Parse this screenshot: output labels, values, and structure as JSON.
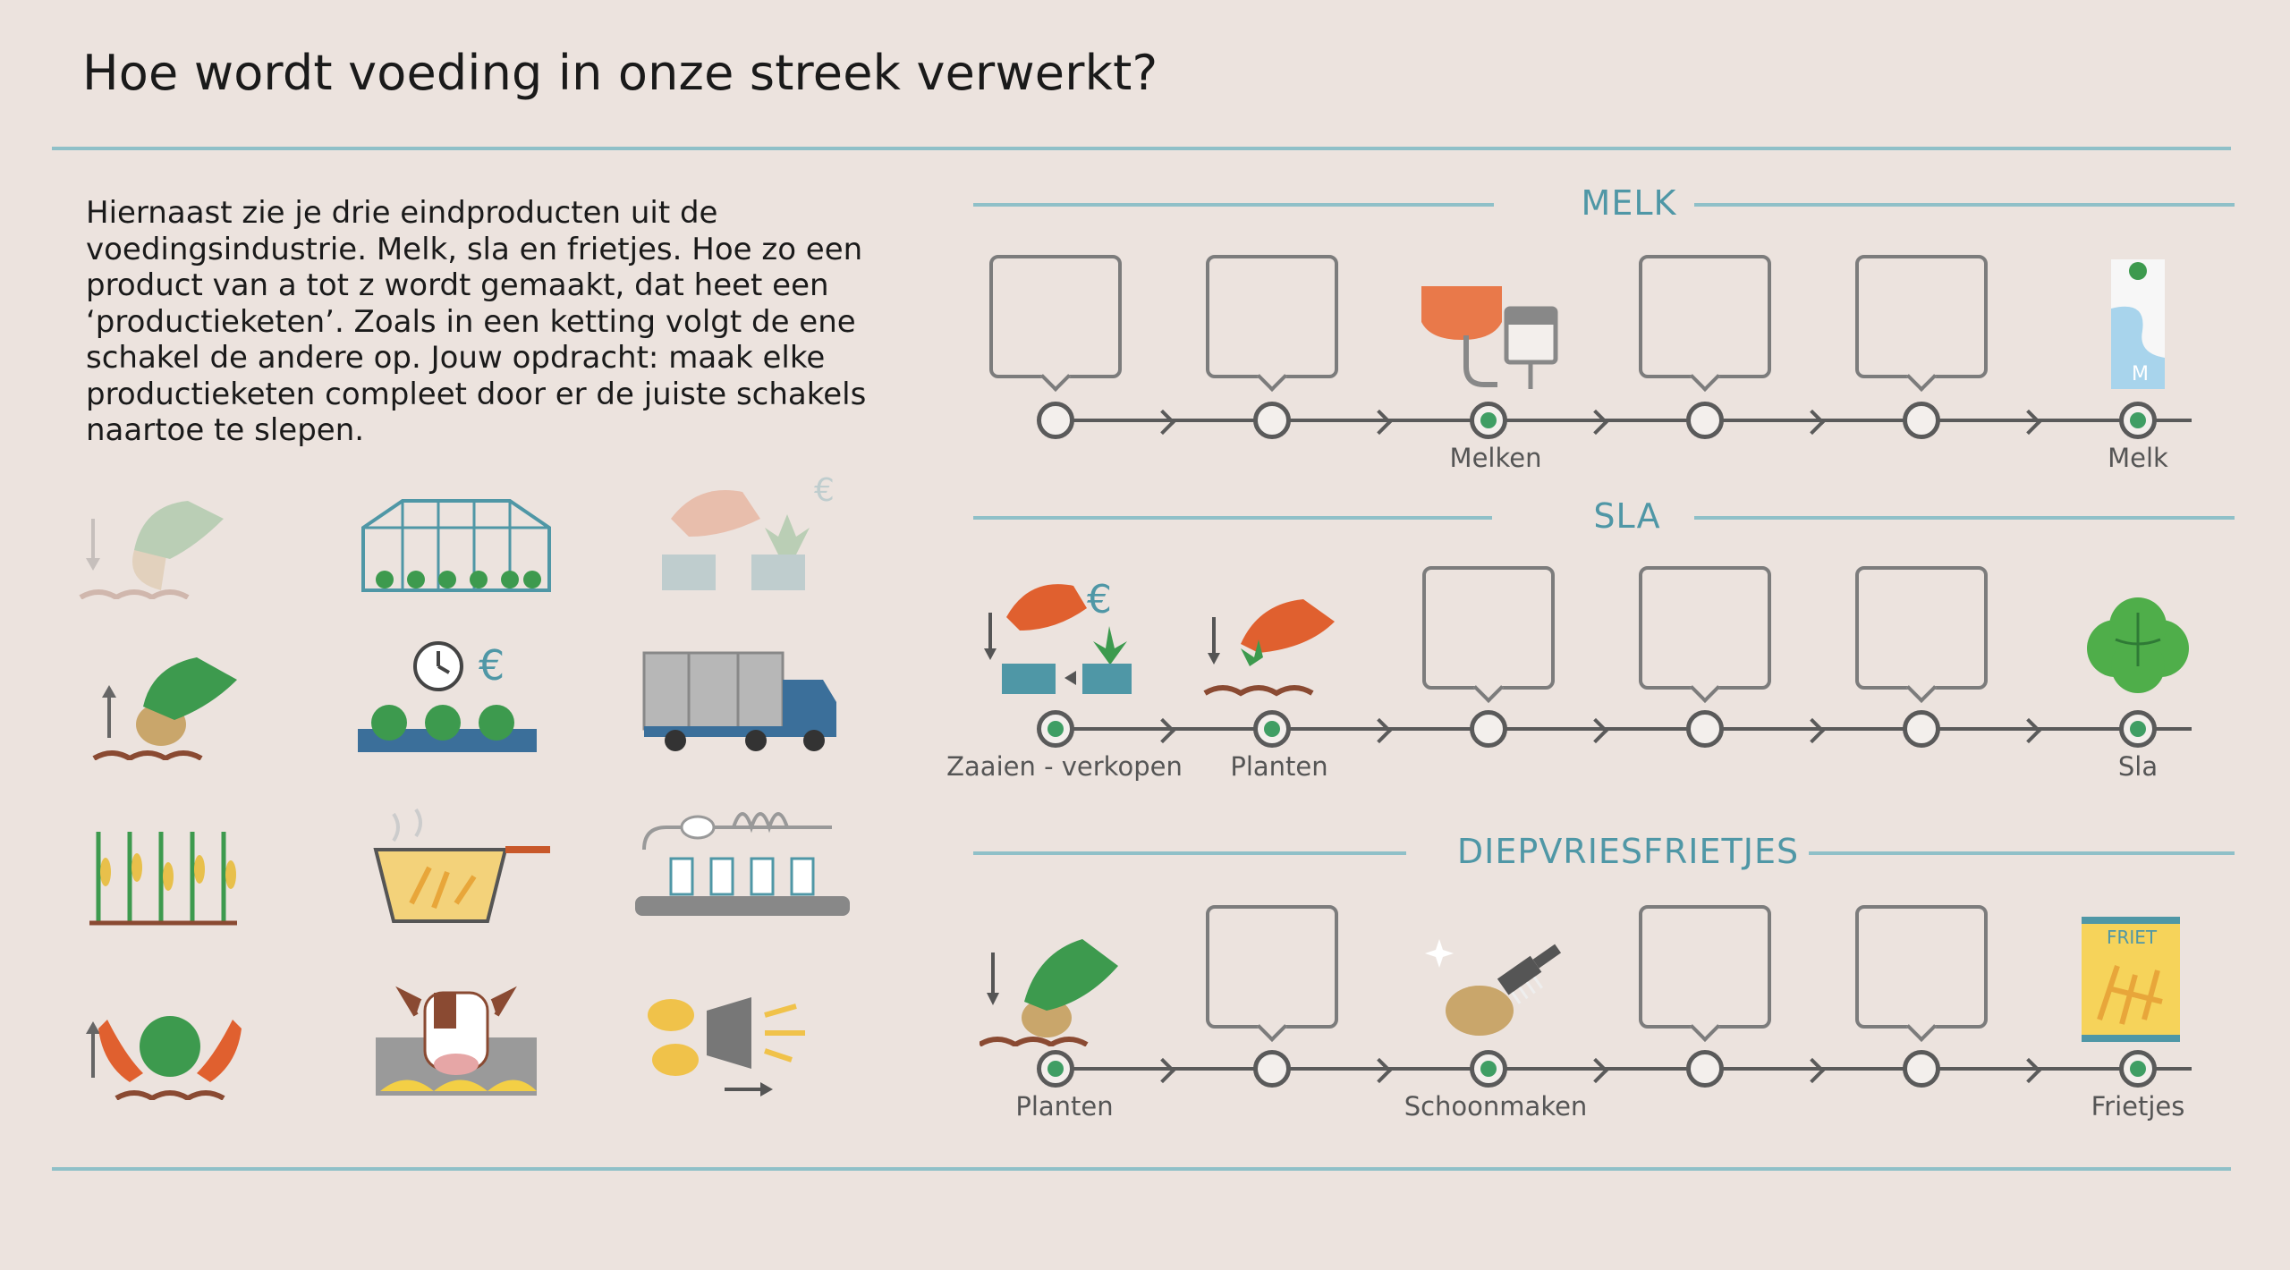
{
  "title": "Hoe wordt voeding in onze streek verwerkt?",
  "intro": "Hiernaast zie je drie eindproducten uit de voedingsindustrie. Melk, sla en frietjes. Hoe zo een product van a tot z wordt gemaakt, dat heet een ‘productieketen’. Zoals in een ketting volgt de ene schakel de andere op. Jouw opdracht: maak elke productieketen compleet door er de juiste schakels naartoe te slepen.",
  "palette": [
    {
      "icon": "planting-hand-icon",
      "state": "used"
    },
    {
      "icon": "greenhouse-icon",
      "state": "available"
    },
    {
      "icon": "sow-sell-icon",
      "state": "used"
    },
    {
      "icon": "harvest-potato-icon",
      "state": "available"
    },
    {
      "icon": "timed-sale-lettuce-icon",
      "state": "available",
      "text": "€"
    },
    {
      "icon": "truck-icon",
      "state": "available"
    },
    {
      "icon": "corn-field-icon",
      "state": "available"
    },
    {
      "icon": "fryer-basket-icon",
      "state": "available"
    },
    {
      "icon": "bottling-line-icon",
      "state": "available"
    },
    {
      "icon": "harvest-lettuce-icon",
      "state": "available"
    },
    {
      "icon": "cow-feeding-icon",
      "state": "available"
    },
    {
      "icon": "potato-cutter-icon",
      "state": "available"
    }
  ],
  "chains": {
    "melk": {
      "heading": "MELK",
      "steps": [
        {
          "kind": "slot"
        },
        {
          "kind": "slot"
        },
        {
          "kind": "image",
          "icon": "milking-machine-icon",
          "caption": "Melken"
        },
        {
          "kind": "slot"
        },
        {
          "kind": "slot"
        },
        {
          "kind": "image",
          "icon": "milk-carton-icon",
          "caption": "Melk",
          "text": "M"
        }
      ]
    },
    "sla": {
      "heading": "SLA",
      "steps": [
        {
          "kind": "image",
          "icon": "sow-sell-icon",
          "caption": "Zaaien - verkopen",
          "text": "€"
        },
        {
          "kind": "image",
          "icon": "planting-seedling-icon",
          "caption": "Planten"
        },
        {
          "kind": "slot"
        },
        {
          "kind": "slot"
        },
        {
          "kind": "slot"
        },
        {
          "kind": "image",
          "icon": "lettuce-icon",
          "caption": "Sla"
        }
      ]
    },
    "friet": {
      "heading": "DIEPVRIESFRIETJES",
      "steps": [
        {
          "kind": "image",
          "icon": "planting-hand-icon",
          "caption": "Planten"
        },
        {
          "kind": "slot"
        },
        {
          "kind": "image",
          "icon": "cleaning-potato-icon",
          "caption": "Schoonmaken"
        },
        {
          "kind": "slot"
        },
        {
          "kind": "slot"
        },
        {
          "kind": "image",
          "icon": "fries-bag-icon",
          "caption": "Frietjes",
          "text": "FRIET"
        }
      ]
    }
  },
  "colors": {
    "background": "#ece3de",
    "accent": "#8fc0c8",
    "heading": "#4f97a6",
    "node_fill": "#3f9e64",
    "glove": "#e0602f",
    "green": "#3d9a4e"
  }
}
